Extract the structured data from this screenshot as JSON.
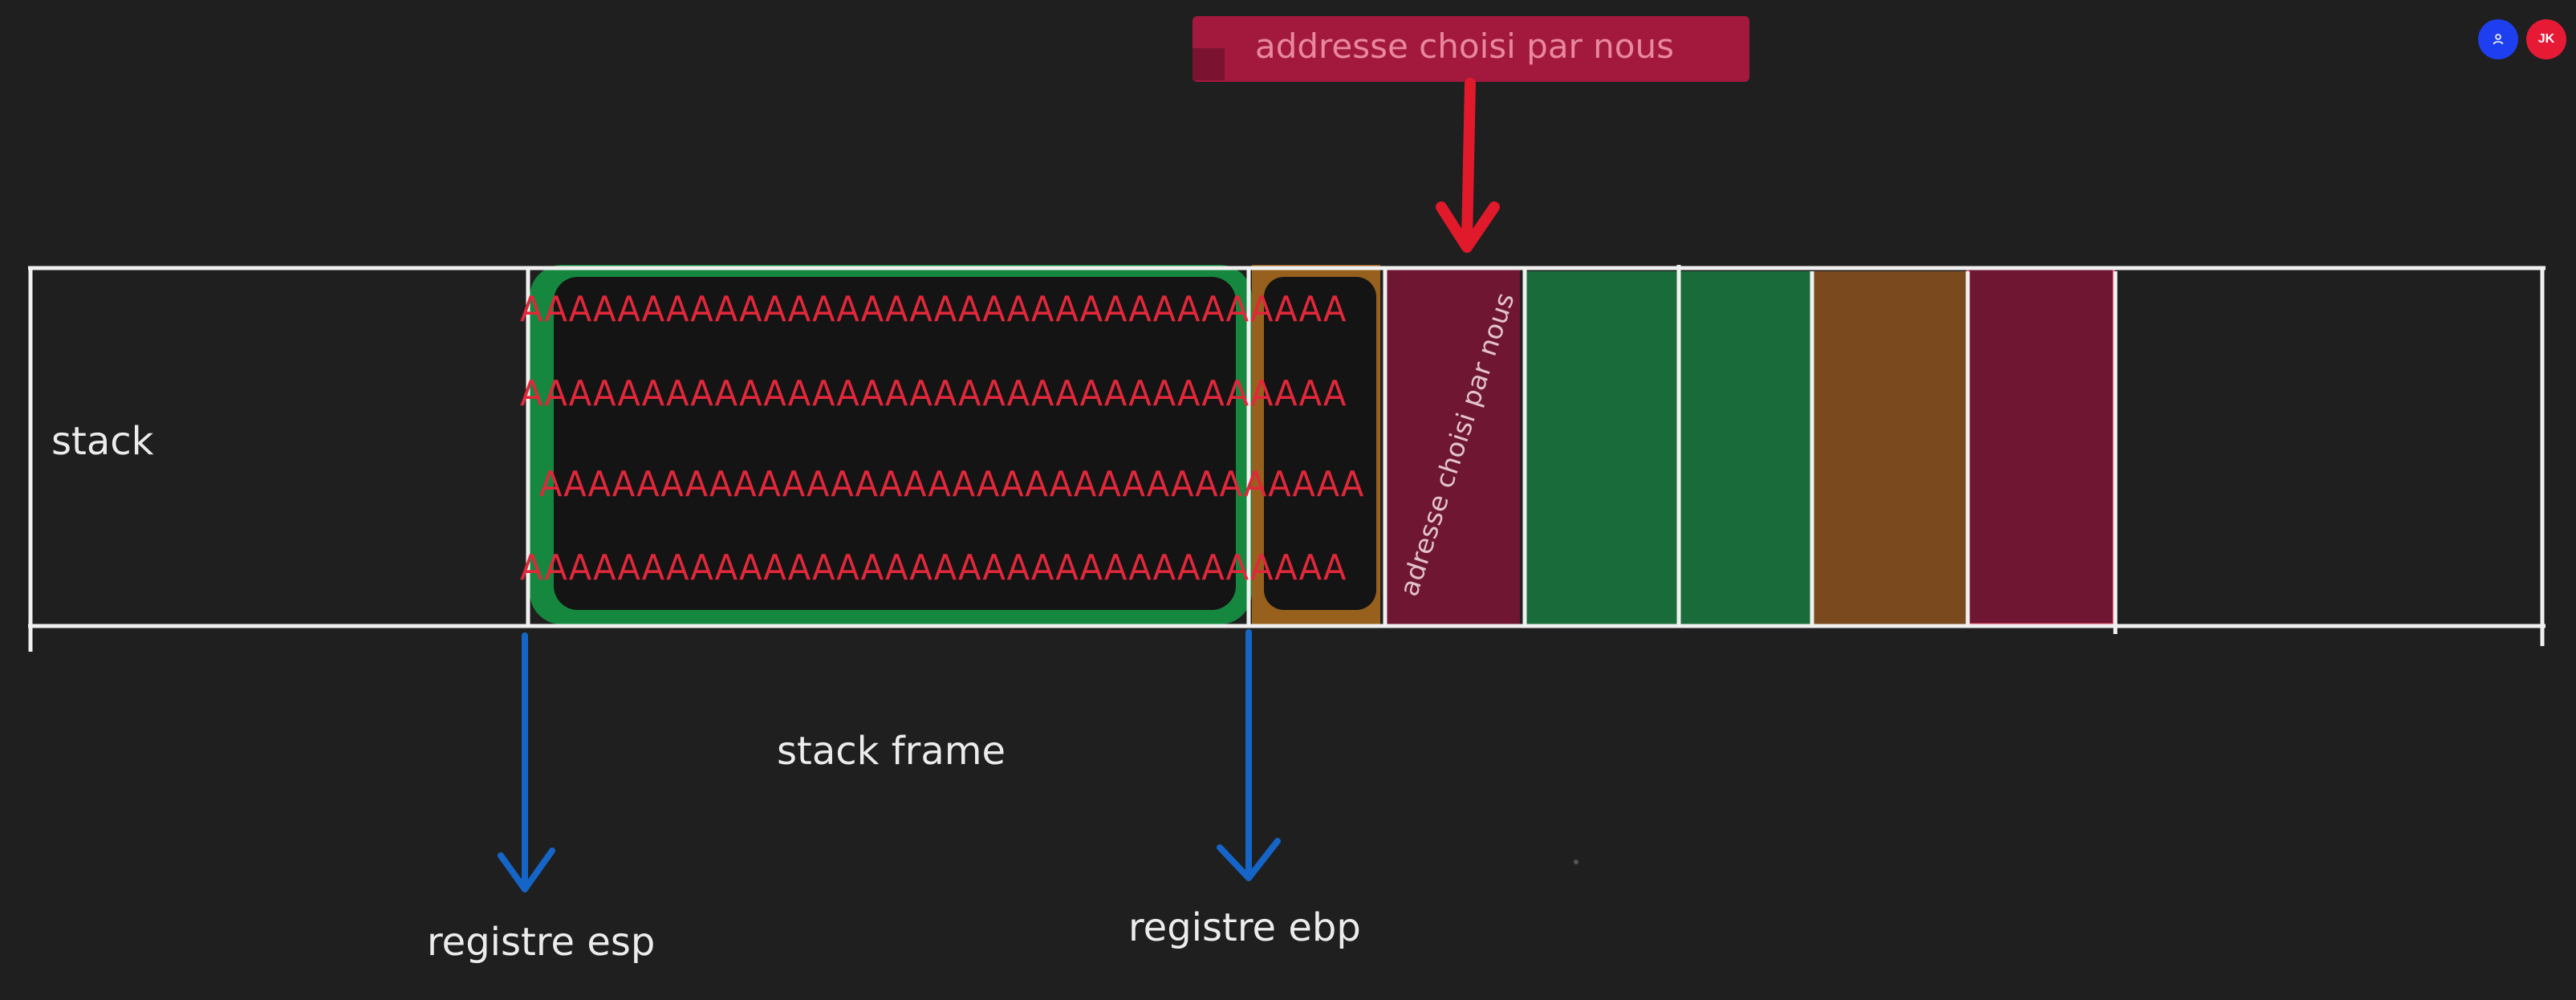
{
  "labels": {
    "stack": "stack",
    "stack_frame": "stack frame",
    "registre_esp": "registre esp",
    "registre_ebp": "registre ebp",
    "top_callout": "addresse choisi par nous",
    "vertical_note": "adresse choisi par nous"
  },
  "overflow_rows": [
    "AAAAAAAAAAAAAAAAAAAAAAAAAAAAAAAAAA",
    "AAAAAAAAAAAAAAAAAAAAAAAAAAAAAAAAAA",
    "AAAAAAAAAAAAAAAAAAAAAAAAAAAAAAAAAA",
    "AAAAAAAAAAAAAAAAAAAAAAAAAAAAAAAAAA"
  ],
  "users": [
    {
      "initials": "",
      "icon": "person-icon",
      "color": "#1e3ff0"
    },
    {
      "initials": "JK",
      "color": "#e61a35"
    }
  ],
  "colors": {
    "background": "#1f1f1f",
    "outline": "#f0f0f0",
    "green": "#1a6b3a",
    "brown": "#7a4a1e",
    "maroon": "#6e1632",
    "red_text": "#e0283a",
    "blue_arrow": "#1565c8",
    "red_arrow": "#e01a2a"
  }
}
